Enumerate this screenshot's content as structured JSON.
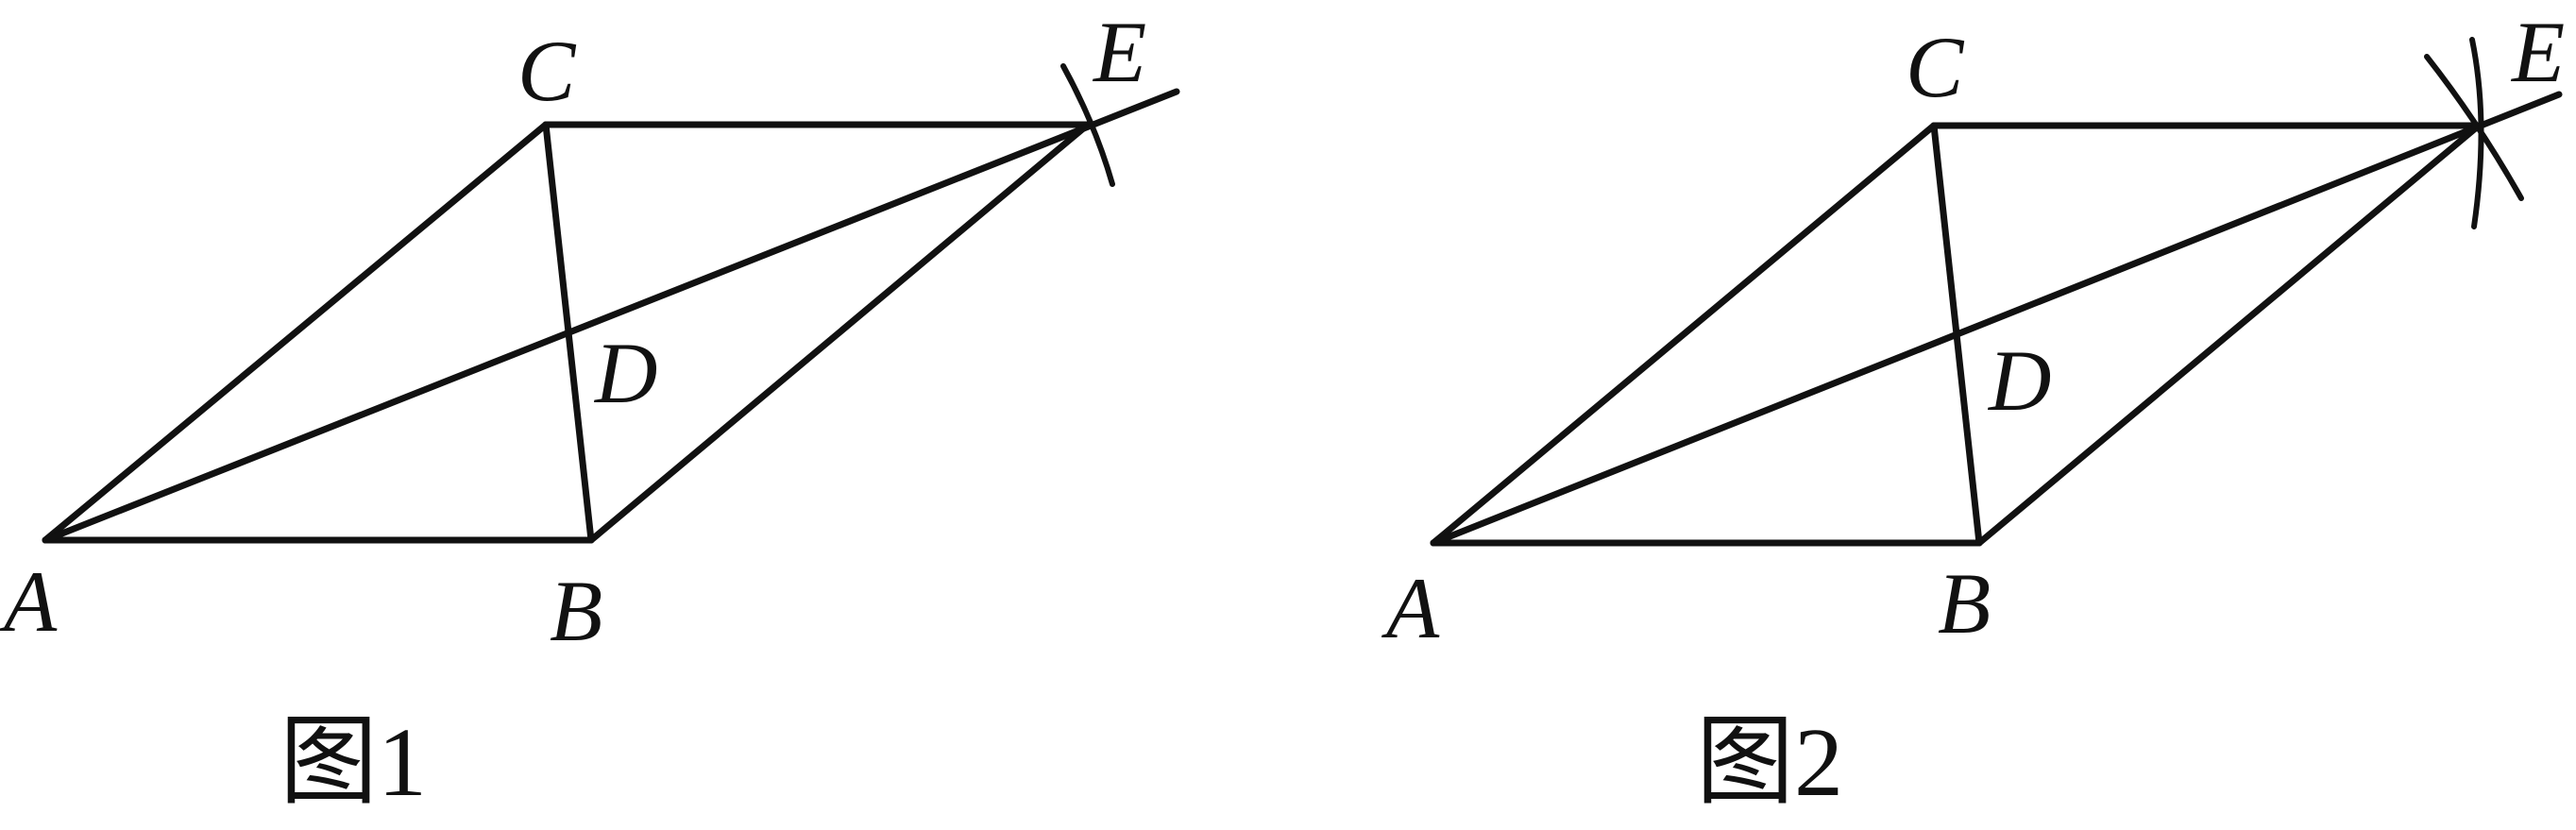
{
  "figures": [
    {
      "caption": "图1",
      "points": {
        "A": "A",
        "B": "B",
        "C": "C",
        "D": "D",
        "E": "E"
      }
    },
    {
      "caption": "图2",
      "points": {
        "A": "A",
        "B": "B",
        "C": "C",
        "D": "D",
        "E": "E"
      }
    }
  ],
  "style": {
    "stroke_color": "#111111",
    "background": "#ffffff"
  }
}
